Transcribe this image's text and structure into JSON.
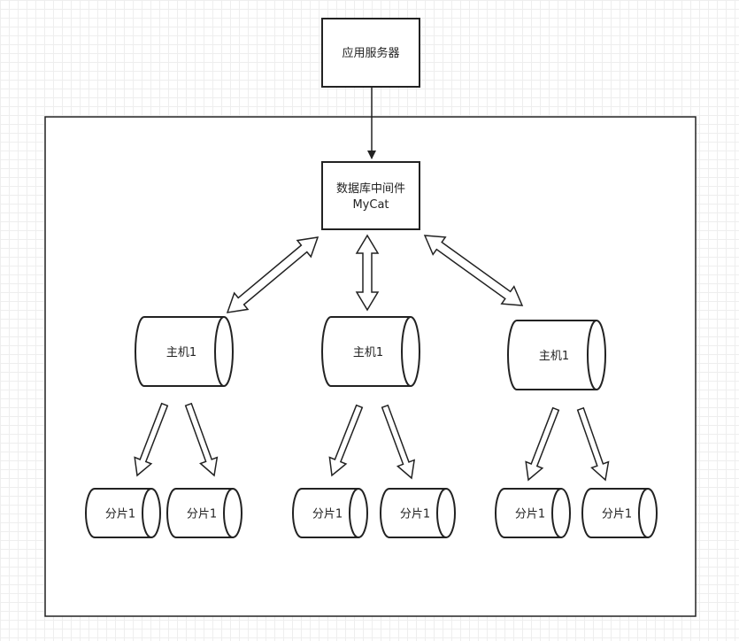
{
  "diagram": {
    "app_server": {
      "label": "应用服务器"
    },
    "middleware": {
      "line1": "数据库中间件",
      "line2": "MyCat"
    },
    "hosts": [
      {
        "label": "主机1",
        "shards": [
          {
            "label": "分片1"
          },
          {
            "label": "分片1"
          }
        ]
      },
      {
        "label": "主机1",
        "shards": [
          {
            "label": "分片1"
          },
          {
            "label": "分片1"
          }
        ]
      },
      {
        "label": "主机1",
        "shards": [
          {
            "label": "分片1"
          },
          {
            "label": "分片1"
          }
        ]
      }
    ]
  }
}
